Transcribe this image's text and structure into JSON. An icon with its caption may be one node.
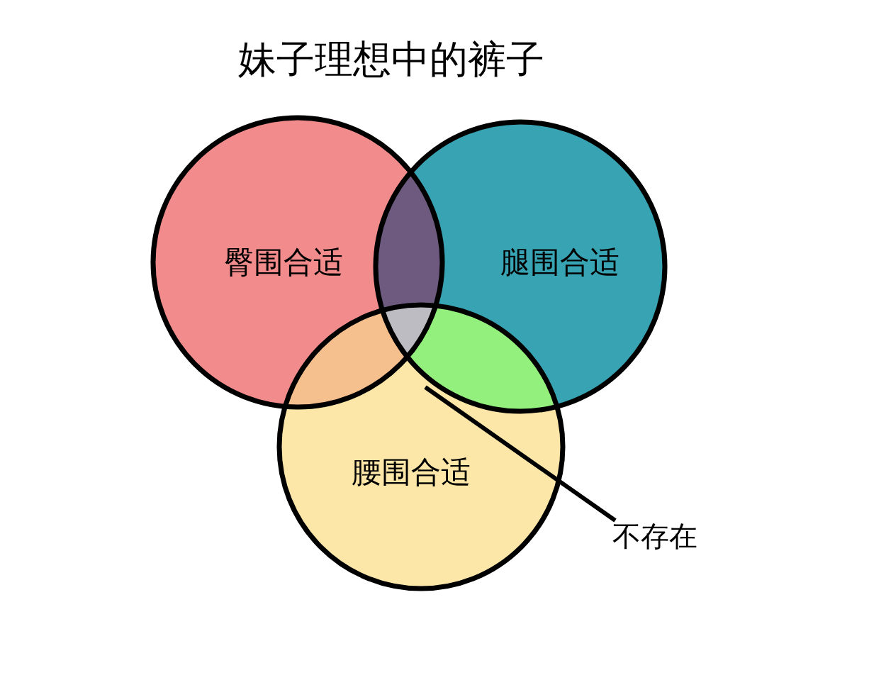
{
  "diagram": {
    "title": "妹子理想中的裤子",
    "nodes": [
      {
        "text": [
          "臀围合适"
        ]
      },
      {
        "text": [
          "腿围合适"
        ]
      },
      {
        "text": [
          "腰围合适"
        ]
      },
      {
        "text": [],
        "shape": "region"
      },
      {
        "text": [
          "不存在"
        ]
      }
    ],
    "edges": [
      {
        "from": 4,
        "to": 3,
        "arrow": "none"
      }
    ]
  }
}
